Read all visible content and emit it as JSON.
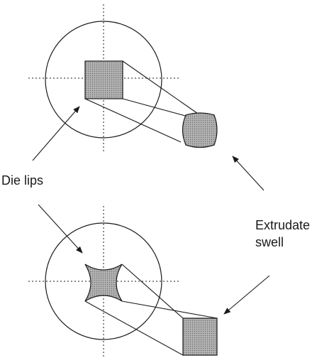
{
  "labels": {
    "die_lips": "Die lips",
    "extrudate_line1": "Extrudate",
    "extrudate_line2": "swell"
  },
  "colors": {
    "ink": "#1a1a1a",
    "shaded_fill": "#a9a9a9",
    "crescent_fill": "#111111",
    "paper": "#ffffff"
  },
  "panels": [
    {
      "die_shape": "square",
      "extrudate_shape": "rounded-bulged-square"
    },
    {
      "die_shape": "concave-star-square",
      "extrudate_shape": "square"
    }
  ]
}
